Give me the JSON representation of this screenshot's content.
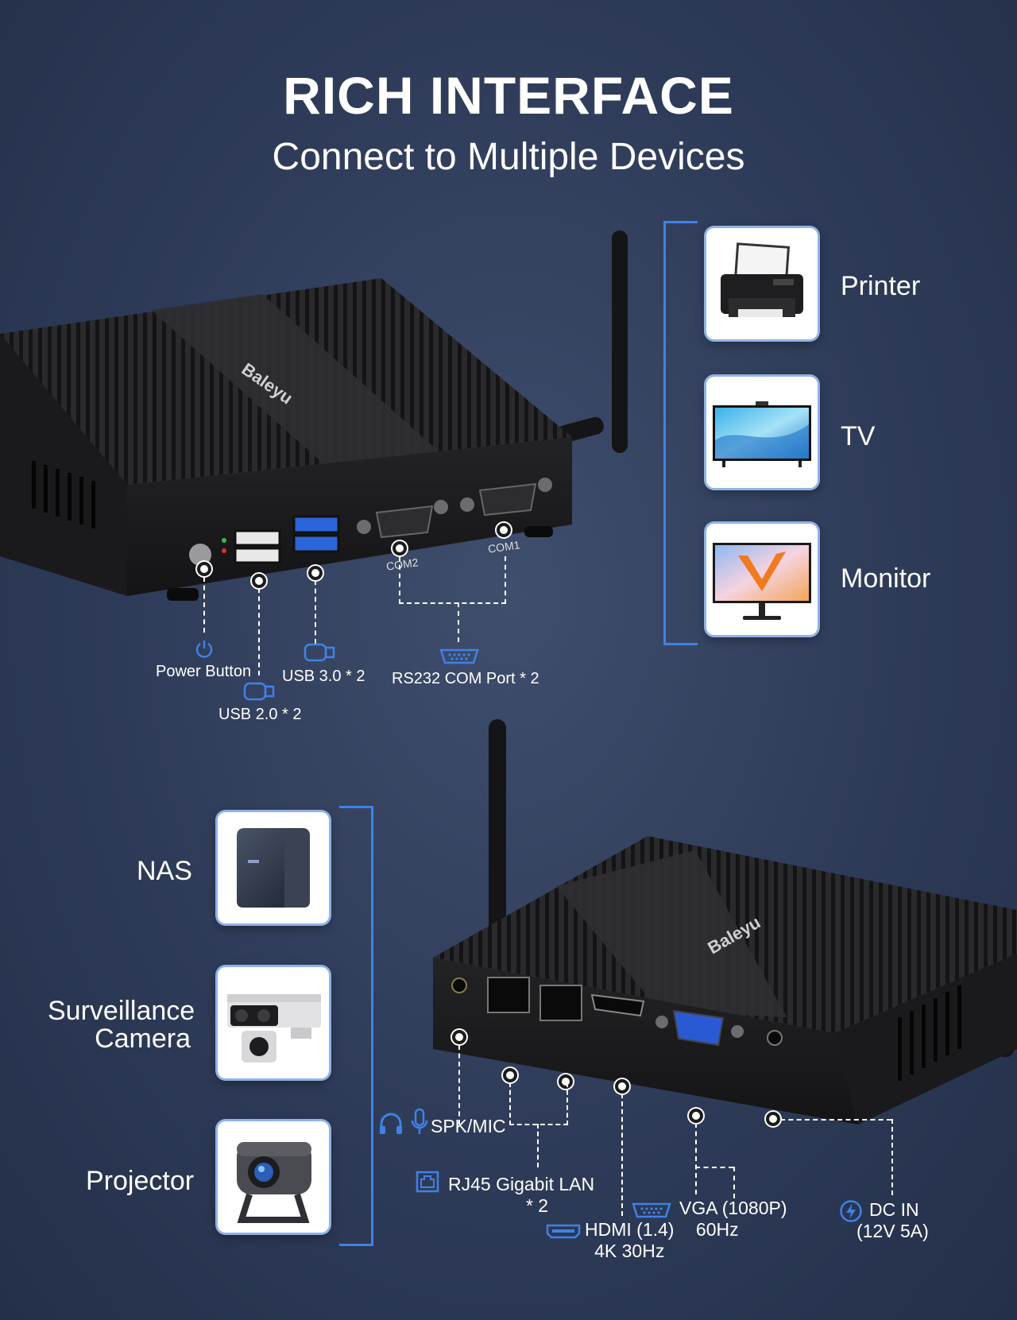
{
  "header": {
    "title": "RICH INTERFACE",
    "subtitle": "Connect to Multiple Devices"
  },
  "device1": {
    "brand": "Baleyu",
    "com1": "COM1",
    "com2": "COM2",
    "ports": {
      "power": "Power Button",
      "usb3": "USB 3.0 * 2",
      "rs232": "RS232 COM Port * 2",
      "usb2": "USB 2.0 * 2"
    }
  },
  "devices_right": [
    {
      "label": "Printer",
      "icon": "printer-icon"
    },
    {
      "label": "TV",
      "icon": "tv-icon"
    },
    {
      "label": "Monitor",
      "icon": "monitor-icon"
    }
  ],
  "devices_left": [
    {
      "label": "NAS",
      "icon": "nas-icon"
    },
    {
      "label_line1": "Surveillance",
      "label_line2": "Camera",
      "icon": "camera-icon"
    },
    {
      "label": "Projector",
      "icon": "projector-icon"
    }
  ],
  "device2": {
    "brand": "Baleyu",
    "ports": {
      "spk": "SPK/MIC",
      "rj45_line1": "RJ45 Gigabit LAN",
      "rj45_line2": "* 2",
      "hdmi_line1": "HDMI (1.4)",
      "hdmi_line2": "4K 30Hz",
      "vga_line1": "VGA (1080P)",
      "vga_line2": "60Hz",
      "dc_line1": "DC IN",
      "dc_line2": "(12V 5A)"
    }
  },
  "colors": {
    "background": "#2e3b58",
    "accent": "#3f82e6",
    "device_body": "#1d1d1f"
  }
}
